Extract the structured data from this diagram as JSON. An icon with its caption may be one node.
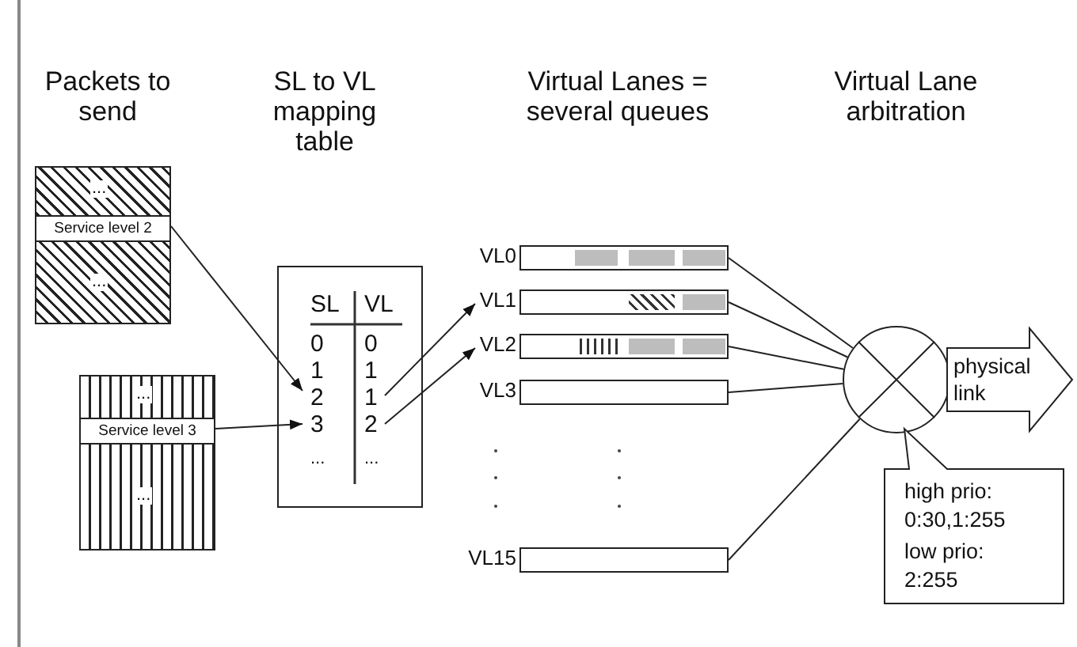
{
  "diagram": {
    "nodes": [
      {
        "text": [
          "...",
          "Service level 2",
          "..."
        ]
      },
      {
        "text": [
          "...",
          "Service level 3",
          "..."
        ]
      },
      {
        "text": [
          "SL",
          "VL",
          "0",
          "0",
          "1",
          "1",
          "2",
          "1",
          "3",
          "2",
          "...",
          "..."
        ]
      },
      {
        "text": [
          "VL0"
        ]
      },
      {
        "text": [
          "VL1"
        ]
      },
      {
        "text": [
          "VL2"
        ]
      },
      {
        "text": [
          "VL3"
        ]
      },
      {
        "text": [
          "VL15"
        ]
      },
      {
        "text": [],
        "shape": "circle"
      },
      {
        "text": [
          "physical link"
        ]
      },
      {
        "text": [
          "high prio: 0:30,1:255",
          "low prio: 2:255"
        ]
      }
    ],
    "edges": [
      {
        "from": 0,
        "to": 2,
        "arrow": "to"
      },
      {
        "from": 1,
        "to": 2,
        "arrow": "to"
      },
      {
        "from": 2,
        "to": 4,
        "arrow": "to"
      },
      {
        "from": 2,
        "to": 5,
        "arrow": "to"
      },
      {
        "from": 3,
        "to": 8,
        "arrow": "none"
      },
      {
        "from": 4,
        "to": 8,
        "arrow": "none"
      },
      {
        "from": 5,
        "to": 8,
        "arrow": "none"
      },
      {
        "from": 6,
        "to": 8,
        "arrow": "none"
      },
      {
        "from": 7,
        "to": 8,
        "arrow": "none"
      }
    ],
    "labels": [
      "Packets to send",
      "SL to VL mapping table",
      "Virtual Lanes = several queues",
      "Virtual Lane arbitration"
    ]
  }
}
